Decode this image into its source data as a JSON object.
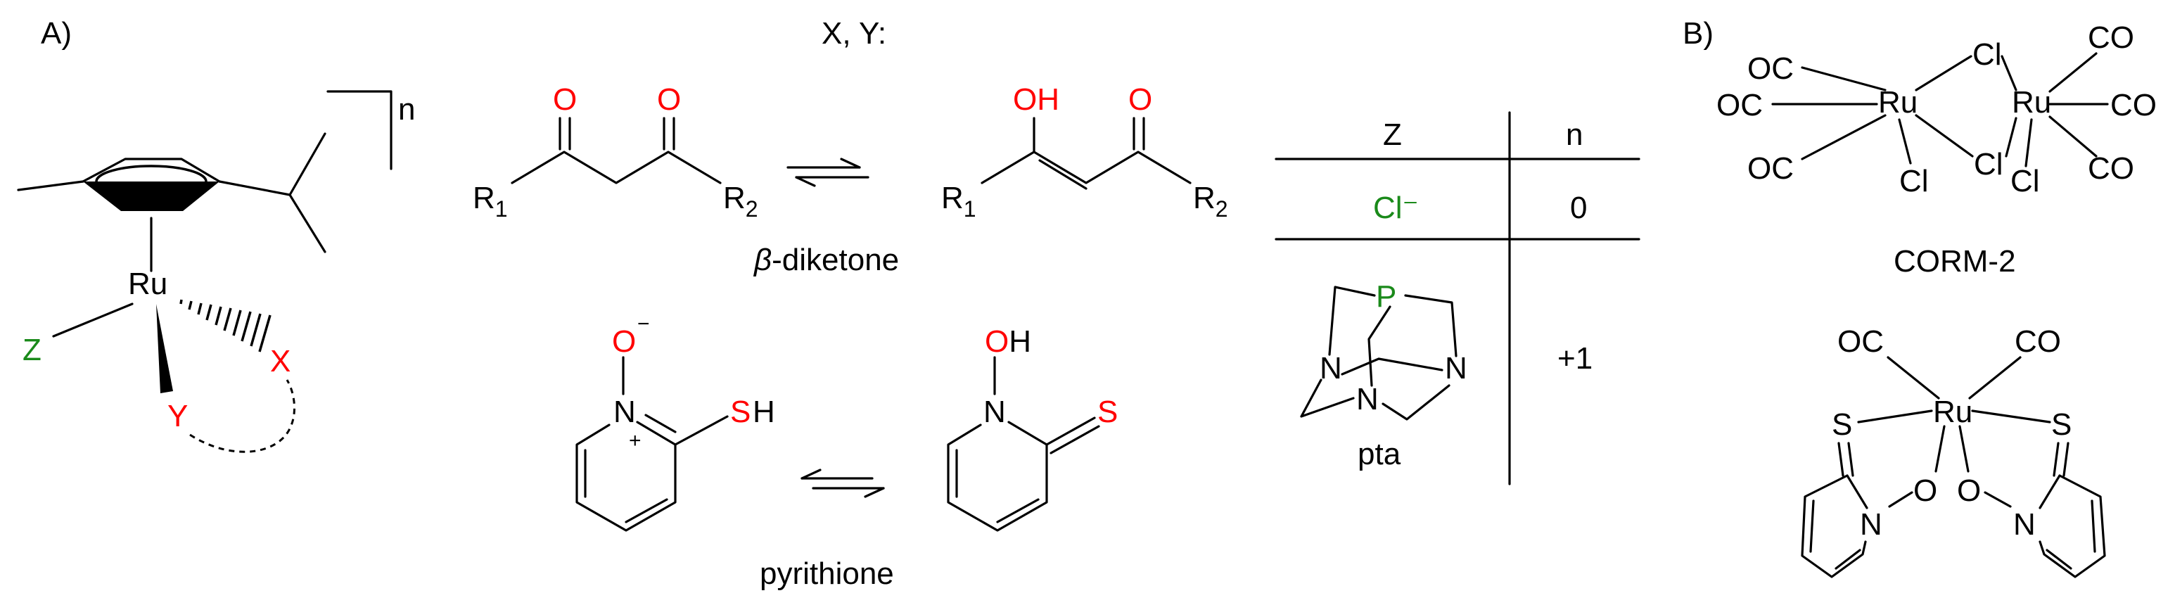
{
  "panels": {
    "a": "A)",
    "b": "B)"
  },
  "colors": {
    "heteroatom": "#ff0000",
    "ligand": "#1a8a1a",
    "bond": "#000000"
  },
  "complex": {
    "n": "n",
    "ru": "Ru",
    "z": "Z",
    "x": "X",
    "y": "Y"
  },
  "xy_heading": "X, Y:",
  "diketone": {
    "o": "O",
    "oh": "OH",
    "r": "R",
    "r1_sub": "1",
    "r2_sub": "2",
    "caption_beta": "β",
    "caption_rest": "-diketone"
  },
  "pyrithione": {
    "o": "O",
    "minus": "−",
    "n": "N",
    "plus": "+",
    "s": "S",
    "h": "H",
    "oh": "OH",
    "caption": "pyrithione"
  },
  "table": {
    "head_z": "Z",
    "head_n": "n",
    "row1_z": "Cl⁻",
    "row1_n": "0",
    "row2_n": "+1",
    "pta": {
      "p": "P",
      "n": "N",
      "caption": "pta"
    }
  },
  "corm2": {
    "co": "CO",
    "oc": "OC",
    "ru": "Ru",
    "cl": "Cl",
    "caption": "CORM-2"
  },
  "ru_pyrithione": {
    "oc": "OC",
    "co": "CO",
    "ru": "Ru",
    "s": "S",
    "o": "O",
    "n": "N"
  }
}
